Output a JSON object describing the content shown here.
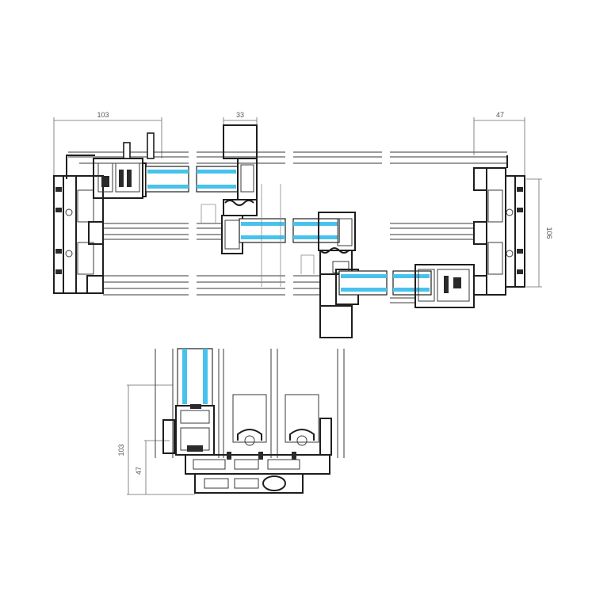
{
  "colors": {
    "glass": "#48c2ec",
    "profile": "#1e1e1e",
    "dimension": "#6a6a6a",
    "background": "#ffffff"
  },
  "plan_section": {
    "dim_left_width": "103",
    "dim_center_width": "33",
    "dim_right_width": "47",
    "dim_right_height": "106"
  },
  "vertical_section": {
    "dim_total_height": "103",
    "dim_lower_height": "47"
  }
}
